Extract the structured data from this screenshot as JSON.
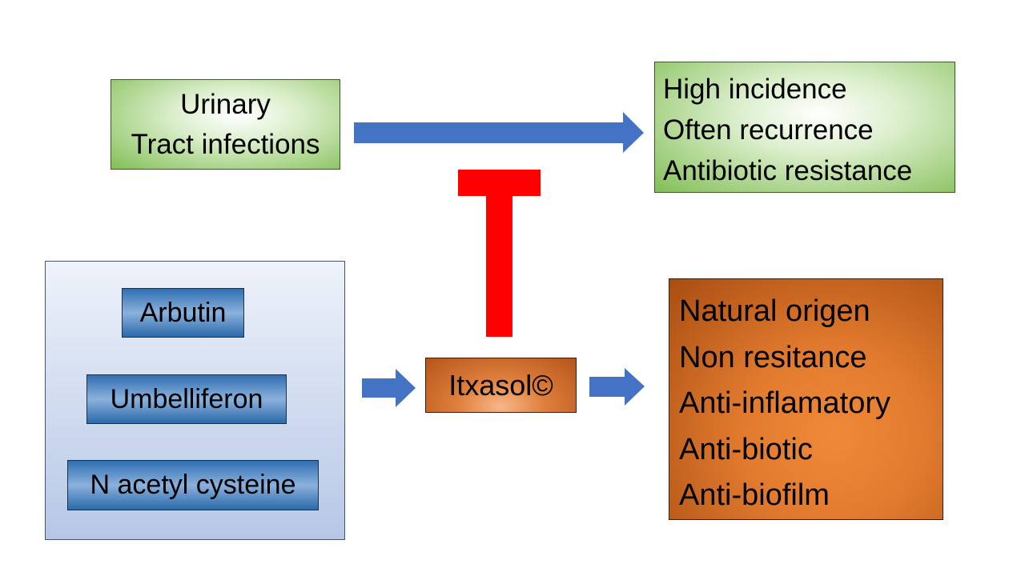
{
  "uti_box": {
    "lines": [
      "Urinary",
      "Tract infections"
    ]
  },
  "consequences_box": {
    "lines": [
      "High incidence",
      "Often recurrence",
      "Antibiotic resistance"
    ]
  },
  "compounds": [
    "Arbutin",
    "Umbelliferon",
    "N acetyl cysteine"
  ],
  "product": {
    "name": "Itxasol©"
  },
  "benefits_box": {
    "lines": [
      "Natural origen",
      "Non resitance",
      "Anti-inflamatory",
      "Anti-biotic",
      "Anti-biofilm"
    ]
  },
  "colors": {
    "arrow": "#4472c4",
    "inhibition": "#ff0000",
    "green_box": "#82be56",
    "blue_box": "#2e6fb2",
    "orange_box": "#e17a2e"
  }
}
